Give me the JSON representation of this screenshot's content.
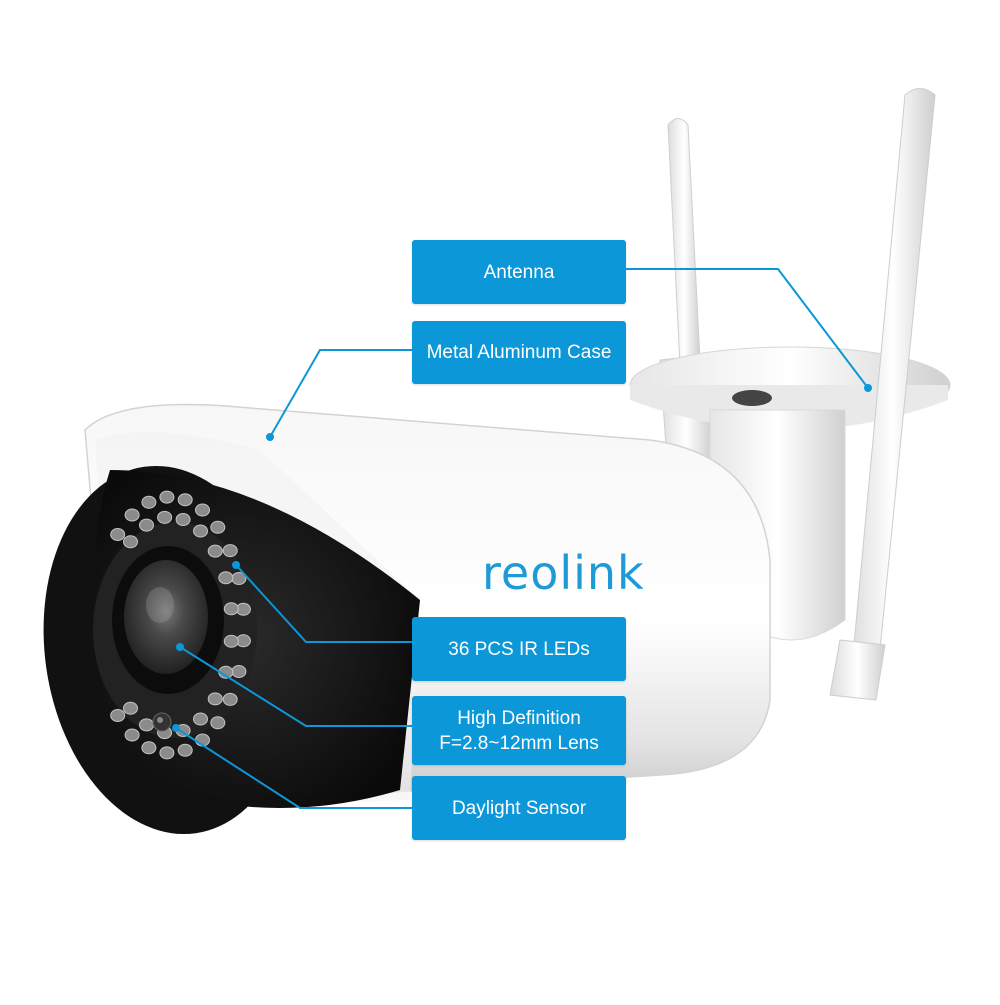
{
  "brand": {
    "logo_text": "reolink",
    "accent_color": "#0b97d8"
  },
  "callouts": {
    "antenna": {
      "label": "Antenna"
    },
    "case": {
      "label": "Metal Aluminum Case"
    },
    "leds": {
      "label": "36 PCS IR LEDs"
    },
    "lens": {
      "line1": "High Definition",
      "line2": "F=2.8~12mm Lens"
    },
    "sensor": {
      "label": "Daylight Sensor"
    }
  },
  "product": {
    "ir_led_count": 36
  }
}
